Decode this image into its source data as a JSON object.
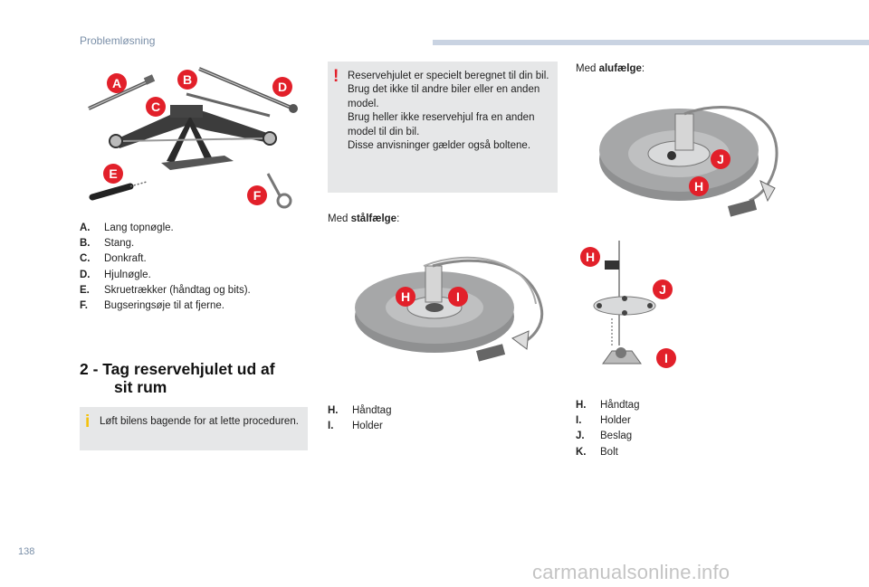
{
  "header": {
    "section": "Problemløsning"
  },
  "footer": {
    "page_number": "138",
    "watermark": "carmanualsonline.info"
  },
  "tools_figure": {
    "labels": [
      "A",
      "B",
      "C",
      "D",
      "E",
      "F"
    ]
  },
  "tools_legend": [
    {
      "key": "A.",
      "text": "Lang topnøgle."
    },
    {
      "key": "B.",
      "text": "Stang."
    },
    {
      "key": "C.",
      "text": "Donkraft."
    },
    {
      "key": "D.",
      "text": "Hjulnøgle."
    },
    {
      "key": "E.",
      "text": "Skruetrækker (håndtag og bits)."
    },
    {
      "key": "F.",
      "text": "Bugseringsøje til at fjerne."
    }
  ],
  "heading": {
    "line1": "2 - Tag reservehjulet ud af",
    "line2": "sit rum"
  },
  "info_note": {
    "icon": "i",
    "text": "Løft bilens bagende for at lette proceduren."
  },
  "warning_note": {
    "icon": "!",
    "lines": [
      "Reservehjulet er specielt beregnet til din bil. Brug det ikke til andre biler eller en anden model.",
      "Brug heller ikke reservehjul fra en anden model til din bil.",
      "Disse anvisninger gælder også boltene."
    ]
  },
  "steel": {
    "caption_prefix": "Med ",
    "caption_bold": "stålfælge",
    "caption_suffix": ":",
    "labels": [
      "H",
      "I"
    ],
    "legend": [
      {
        "key": "H.",
        "text": "Håndtag"
      },
      {
        "key": "I.",
        "text": "Holder"
      }
    ]
  },
  "alu": {
    "caption_prefix": "Med ",
    "caption_bold": "alufælge",
    "caption_suffix": ":",
    "labels_top": [
      "J",
      "H"
    ],
    "labels_bottom": [
      "H",
      "J",
      "I"
    ],
    "legend": [
      {
        "key": "H.",
        "text": "Håndtag"
      },
      {
        "key": "I.",
        "text": "Holder"
      },
      {
        "key": "J.",
        "text": "Beslag"
      },
      {
        "key": "K.",
        "text": "Bolt"
      }
    ]
  },
  "colors": {
    "label_red": "#e2202a",
    "tyre_grey": "#8f9091",
    "box_grey": "#e6e7e8",
    "info_yellow": "#f4c20d",
    "warning_red": "#e2202a"
  }
}
